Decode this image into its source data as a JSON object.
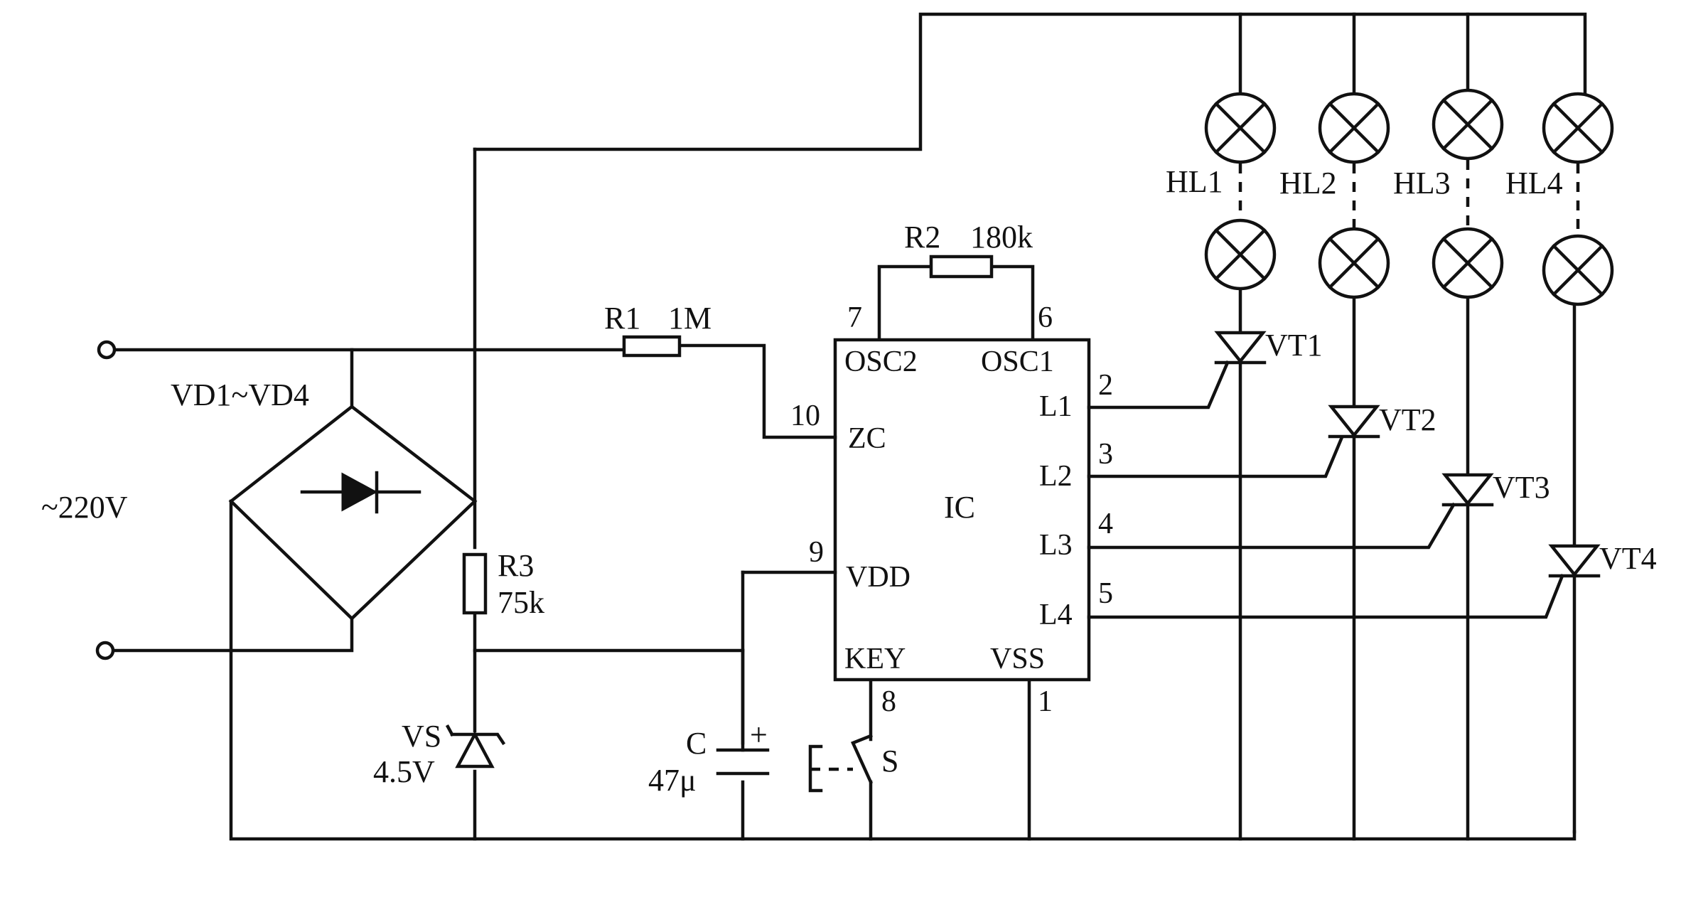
{
  "supply": {
    "label": "~220V"
  },
  "bridge": {
    "label": "VD1~VD4"
  },
  "r1": {
    "name": "R1",
    "value": "1M"
  },
  "r2": {
    "name": "R2",
    "value": "180k"
  },
  "r3": {
    "name": "R3",
    "value": "75k"
  },
  "vs": {
    "name": "VS",
    "value": "4.5V"
  },
  "cap": {
    "name": "C",
    "value": "47μ",
    "polarity": "+"
  },
  "switch": {
    "name": "S"
  },
  "ic": {
    "name": "IC",
    "pins": {
      "osc2": {
        "name": "OSC2",
        "number": "7"
      },
      "osc1": {
        "name": "OSC1",
        "number": "6"
      },
      "zc": {
        "name": "ZC",
        "number": "10"
      },
      "vdd": {
        "name": "VDD",
        "number": "9"
      },
      "key": {
        "name": "KEY",
        "number": "8"
      },
      "vss": {
        "name": "VSS",
        "number": "1"
      },
      "l1": {
        "name": "L1",
        "number": "2"
      },
      "l2": {
        "name": "L2",
        "number": "3"
      },
      "l3": {
        "name": "L3",
        "number": "4"
      },
      "l4": {
        "name": "L4",
        "number": "5"
      }
    }
  },
  "lamps": [
    "HL1",
    "HL2",
    "HL3",
    "HL4"
  ],
  "triacs": [
    "VT1",
    "VT2",
    "VT3",
    "VT4"
  ]
}
